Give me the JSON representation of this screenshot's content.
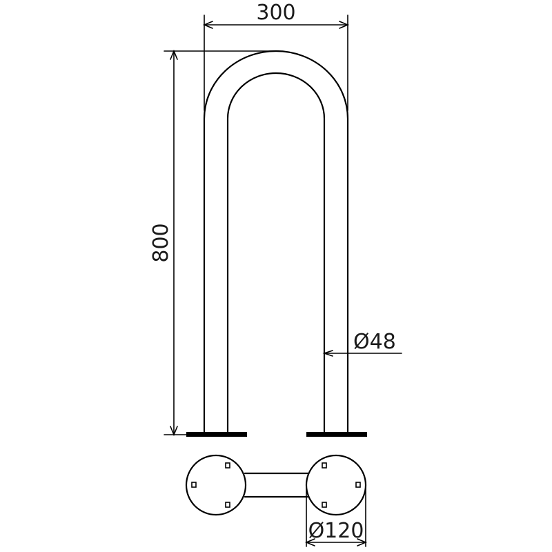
{
  "drawing": {
    "dimensions": {
      "width": "300",
      "height": "800",
      "tube_diameter": "Ø48",
      "base_diameter": "Ø120"
    },
    "colors": {
      "line": "#000000",
      "background": "#ffffff"
    }
  }
}
